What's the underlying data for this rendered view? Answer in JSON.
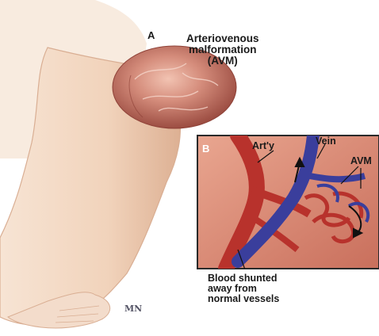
{
  "labels": {
    "panel_a": "A",
    "avm_title_lines": [
      "Arteriovenous",
      "malformation",
      "(AVM)"
    ],
    "panel_b": "B",
    "artery": "Art'y",
    "vein": "Vein",
    "avm": "AVM",
    "shunt_lines": [
      "Blood shunted",
      "away from",
      "normal vessels"
    ]
  },
  "logo_text": "MN",
  "colors": {
    "skin": "#f4dcc6",
    "skin_shadow": "#e2b897",
    "avm_mass": "#c8796a",
    "artery": "#b8322c",
    "vein": "#3a3e9c",
    "background_tissue": "#d88c74",
    "panel_border": "#2a2a2a"
  }
}
